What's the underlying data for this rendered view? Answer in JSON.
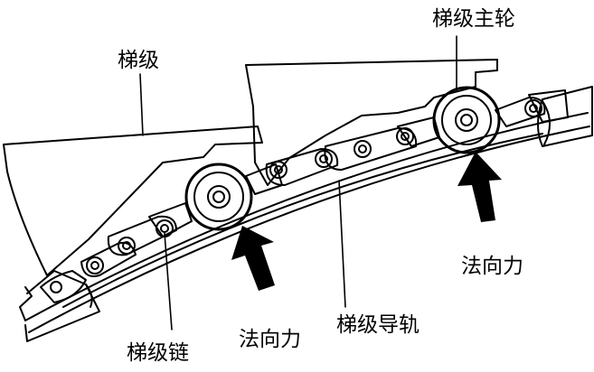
{
  "labels": {
    "step": "梯级",
    "main_wheel": "梯级主轮",
    "normal_force_right": "法向力",
    "normal_force_left": "法向力",
    "step_guide_rail": "梯级导轨",
    "step_chain": "梯级链"
  },
  "colors": {
    "ink": "#000000",
    "paper": "#ffffff"
  }
}
